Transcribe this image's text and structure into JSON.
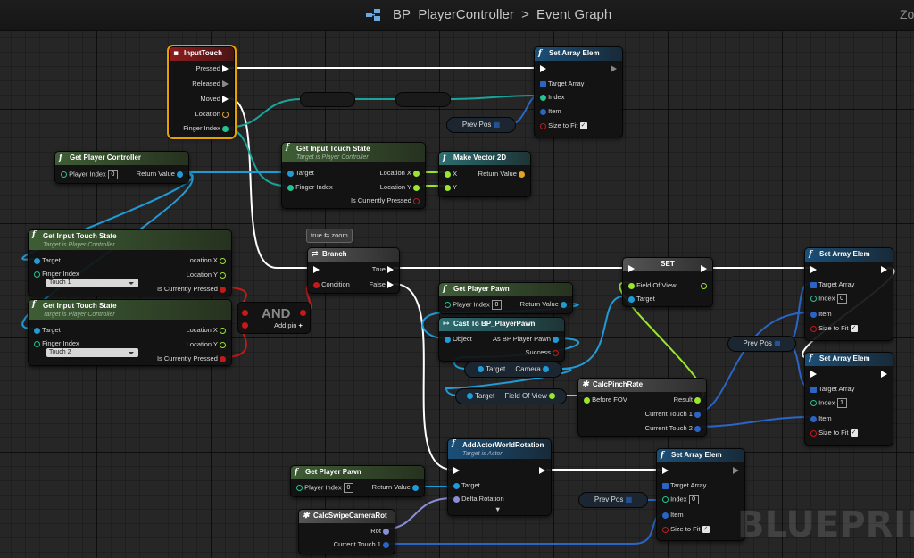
{
  "window": {
    "breadcrumb_asset": "BP_PlayerController",
    "breadcrumb_sep": ">",
    "breadcrumb_graph": "Event Graph",
    "zoom_label": "Zo",
    "watermark": "BLUEPRIN"
  },
  "nodes": {
    "input_touch": {
      "title": "InputTouch",
      "pressed": "Pressed",
      "released": "Released",
      "moved": "Moved",
      "location": "Location",
      "finger_index": "Finger Index"
    },
    "get_pc": {
      "title": "Get Player Controller",
      "player_index": "Player Index",
      "player_index_val": "0",
      "return_value": "Return Value"
    },
    "set_array_1": {
      "title": "Set Array Elem",
      "target_array": "Target Array",
      "index": "Index",
      "item": "Item",
      "size_to_fit": "Size to Fit"
    },
    "prev_pos_1": {
      "label": "Prev Pos"
    },
    "gits_main": {
      "title": "Get Input Touch State",
      "subtitle": "Target is Player Controller",
      "target": "Target",
      "finger_index": "Finger Index",
      "loc_x": "Location X",
      "loc_y": "Location Y",
      "pressed": "Is Currently Pressed"
    },
    "make_vec": {
      "title": "Make Vector 2D",
      "x": "X",
      "y": "Y",
      "return_value": "Return Value"
    },
    "gits_1": {
      "title": "Get Input Touch State",
      "subtitle": "Target is Player Controller",
      "target": "Target",
      "finger_index": "Finger Index",
      "finger_val": "Touch 1",
      "loc_x": "Location X",
      "loc_y": "Location Y",
      "pressed": "Is Currently Pressed"
    },
    "gits_2": {
      "title": "Get Input Touch State",
      "subtitle": "Target is Player Controller",
      "target": "Target",
      "finger_index": "Finger Index",
      "finger_val": "Touch 2",
      "loc_x": "Location X",
      "loc_y": "Location Y",
      "pressed": "Is Currently Pressed"
    },
    "and_node": {
      "label": "AND",
      "add_pin": "Add pin"
    },
    "comment": {
      "text": "true ⇆ zoom"
    },
    "branch": {
      "title": "Branch",
      "condition": "Condition",
      "true": "True",
      "false": "False"
    },
    "set_fov": {
      "title": "SET",
      "field_of_view": "Field Of View",
      "target": "Target"
    },
    "get_pawn_1": {
      "title": "Get Player Pawn",
      "player_index": "Player Index",
      "player_index_val": "0",
      "return_value": "Return Value"
    },
    "cast": {
      "title": "Cast To BP_PlayerPawn",
      "object": "Object",
      "as_pawn": "As BP Player Pawn",
      "success": "Success"
    },
    "get_camera": {
      "target": "Target",
      "camera": "Camera"
    },
    "get_fov": {
      "target": "Target",
      "field_of_view": "Field Of View"
    },
    "calc_pinch": {
      "title": "CalcPinchRate",
      "before_fov": "Before FOV",
      "result": "Result",
      "touch1": "Current Touch 1",
      "touch2": "Current Touch 2"
    },
    "prev_pos_2": {
      "label": "Prev Pos"
    },
    "set_array_2": {
      "title": "Set Array Elem",
      "target_array": "Target Array",
      "index": "Index",
      "index_val": "0",
      "item": "Item",
      "size_to_fit": "Size to Fit"
    },
    "set_array_3": {
      "title": "Set Array Elem",
      "target_array": "Target Array",
      "index": "Index",
      "index_val": "1",
      "item": "Item",
      "size_to_fit": "Size to Fit"
    },
    "add_rot": {
      "title": "AddActorWorldRotation",
      "subtitle": "Target is Actor",
      "target": "Target",
      "delta_rotation": "Delta Rotation"
    },
    "get_pawn_2": {
      "title": "Get Player Pawn",
      "player_index": "Player Index",
      "player_index_val": "0",
      "return_value": "Return Value"
    },
    "calc_swipe": {
      "title": "CalcSwipeCameraRot",
      "rot": "Rot",
      "touch1": "Current Touch 1"
    },
    "prev_pos_3": {
      "label": "Prev Pos"
    },
    "set_array_4": {
      "title": "Set Array Elem",
      "target_array": "Target Array",
      "index": "Index",
      "index_val": "0",
      "item": "Item",
      "size_to_fit": "Size to Fit"
    }
  }
}
